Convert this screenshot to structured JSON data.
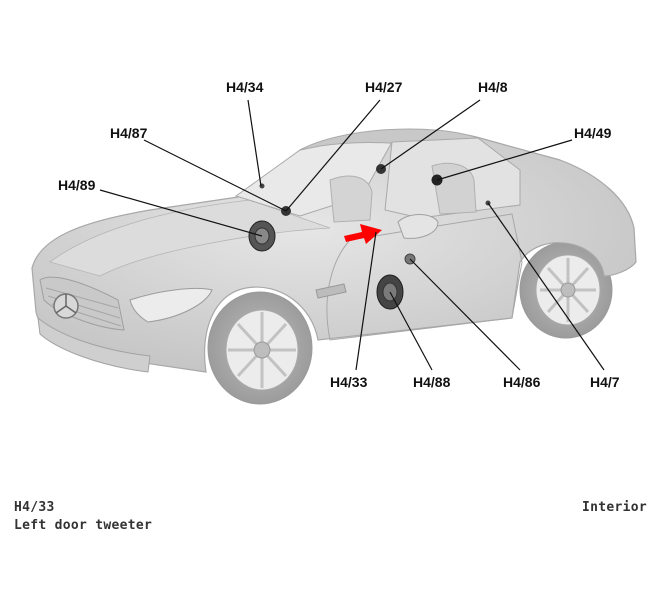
{
  "diagram": {
    "callouts": [
      {
        "id": "h4-34",
        "label": "H4/34"
      },
      {
        "id": "h4-27",
        "label": "H4/27"
      },
      {
        "id": "h4-8",
        "label": "H4/8"
      },
      {
        "id": "h4-87",
        "label": "H4/87"
      },
      {
        "id": "h4-49",
        "label": "H4/49"
      },
      {
        "id": "h4-89",
        "label": "H4/89"
      },
      {
        "id": "h4-33",
        "label": "H4/33"
      },
      {
        "id": "h4-88",
        "label": "H4/88"
      },
      {
        "id": "h4-86",
        "label": "H4/86"
      },
      {
        "id": "h4-7",
        "label": "H4/7"
      }
    ],
    "highlight_color": "#ff0000",
    "car_color": "#d4d4d4"
  },
  "footer": {
    "component_code": "H4/33",
    "component_description": "Left door tweeter",
    "location": "Interior"
  }
}
